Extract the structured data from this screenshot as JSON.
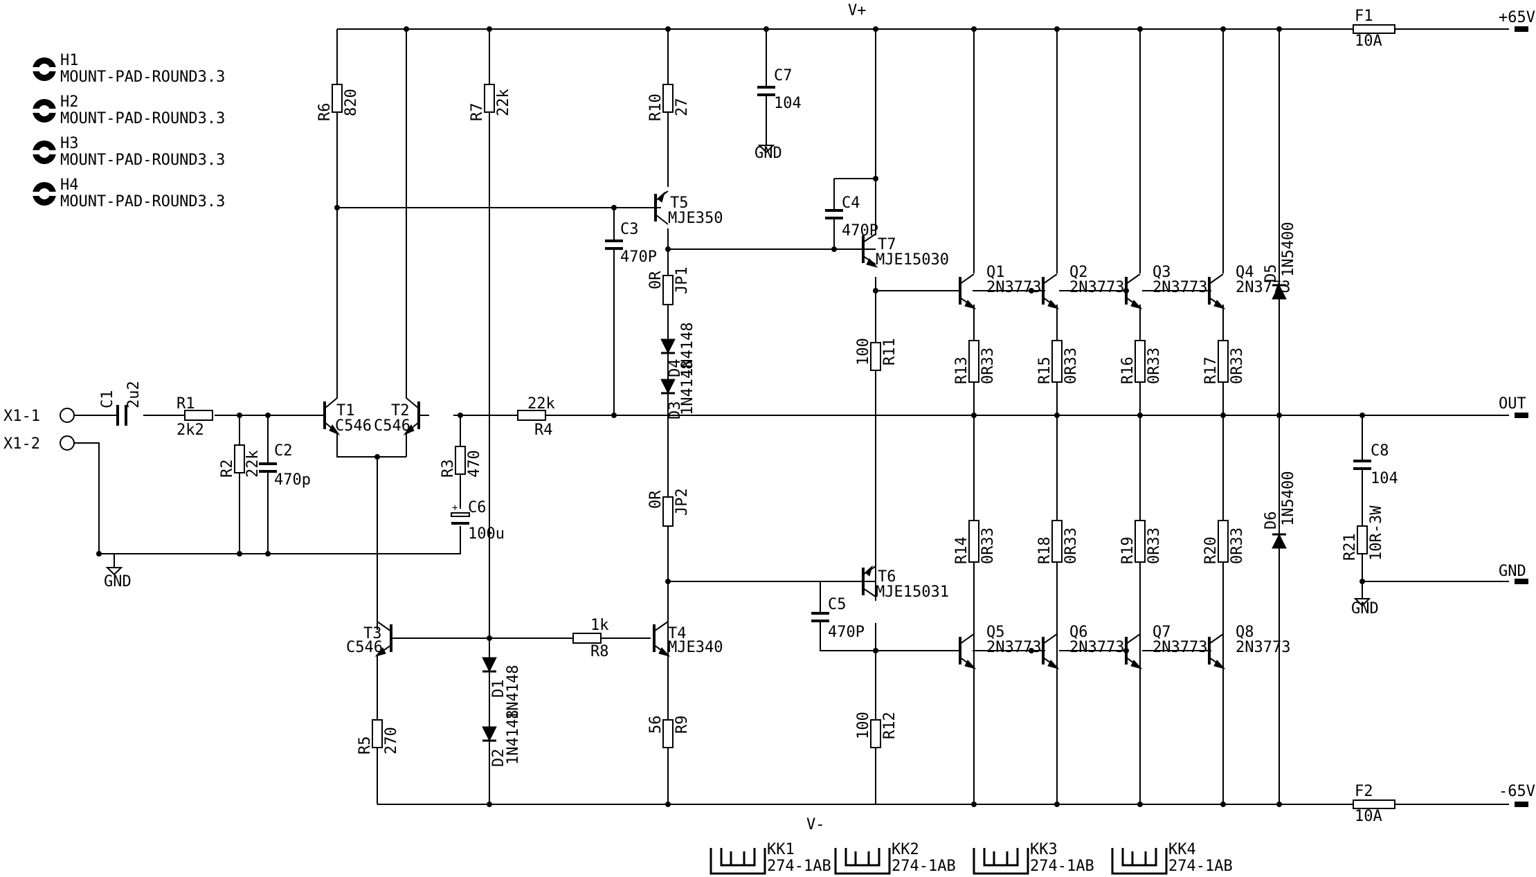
{
  "nets": {
    "vplus": "V+",
    "vminus": "V-",
    "p65": "+65V",
    "m65": "-65V",
    "out": "OUT",
    "gnd": "GND",
    "x11": "X1-1",
    "x12": "X1-2"
  },
  "mount_holes": [
    {
      "ref": "H1",
      "value": "MOUNT-PAD-ROUND3.3"
    },
    {
      "ref": "H2",
      "value": "MOUNT-PAD-ROUND3.3"
    },
    {
      "ref": "H3",
      "value": "MOUNT-PAD-ROUND3.3"
    },
    {
      "ref": "H4",
      "value": "MOUNT-PAD-ROUND3.3"
    }
  ],
  "heatsinks": [
    {
      "ref": "KK1",
      "value": "274-1AB"
    },
    {
      "ref": "KK2",
      "value": "274-1AB"
    },
    {
      "ref": "KK3",
      "value": "274-1AB"
    },
    {
      "ref": "KK4",
      "value": "274-1AB"
    }
  ],
  "resistors": [
    {
      "ref": "R1",
      "value": "2k2"
    },
    {
      "ref": "R2",
      "value": "22k"
    },
    {
      "ref": "R3",
      "value": "470"
    },
    {
      "ref": "R4",
      "value": "22k"
    },
    {
      "ref": "R5",
      "value": "270"
    },
    {
      "ref": "R6",
      "value": "820"
    },
    {
      "ref": "R7",
      "value": "22k"
    },
    {
      "ref": "R8",
      "value": "1k"
    },
    {
      "ref": "R9",
      "value": "56"
    },
    {
      "ref": "R10",
      "value": "27"
    },
    {
      "ref": "R11",
      "value": "100"
    },
    {
      "ref": "R12",
      "value": "100"
    },
    {
      "ref": "R13",
      "value": "0R33"
    },
    {
      "ref": "R14",
      "value": "0R33"
    },
    {
      "ref": "R15",
      "value": "0R33"
    },
    {
      "ref": "R16",
      "value": "0R33"
    },
    {
      "ref": "R17",
      "value": "0R33"
    },
    {
      "ref": "R18",
      "value": "0R33"
    },
    {
      "ref": "R19",
      "value": "0R33"
    },
    {
      "ref": "R20",
      "value": "0R33"
    },
    {
      "ref": "R21",
      "value": "10R-3W"
    }
  ],
  "jumpers": [
    {
      "ref": "JP1",
      "value": "0R"
    },
    {
      "ref": "JP2",
      "value": "0R"
    }
  ],
  "capacitors": [
    {
      "ref": "C1",
      "value": "2u2"
    },
    {
      "ref": "C2",
      "value": "470p"
    },
    {
      "ref": "C3",
      "value": "470P"
    },
    {
      "ref": "C4",
      "value": "470P"
    },
    {
      "ref": "C5",
      "value": "470P"
    },
    {
      "ref": "C6",
      "value": "100u"
    },
    {
      "ref": "C7",
      "value": "104"
    },
    {
      "ref": "C8",
      "value": "104"
    }
  ],
  "diodes": [
    {
      "ref": "D1",
      "value": "1N4148"
    },
    {
      "ref": "D2",
      "value": "1N4148"
    },
    {
      "ref": "D3",
      "value": "1N4148"
    },
    {
      "ref": "D4",
      "value": "1N4148"
    },
    {
      "ref": "D5",
      "value": "1N5400"
    },
    {
      "ref": "D6",
      "value": "1N5400"
    }
  ],
  "transistors": [
    {
      "ref": "T1",
      "value": "C546"
    },
    {
      "ref": "T2",
      "value": "C546"
    },
    {
      "ref": "T3",
      "value": "C546"
    },
    {
      "ref": "T4",
      "value": "MJE340"
    },
    {
      "ref": "T5",
      "value": "MJE350"
    },
    {
      "ref": "T6",
      "value": "MJE15031"
    },
    {
      "ref": "T7",
      "value": "MJE15030"
    },
    {
      "ref": "Q1",
      "value": "2N3773"
    },
    {
      "ref": "Q2",
      "value": "2N3773"
    },
    {
      "ref": "Q3",
      "value": "2N3773"
    },
    {
      "ref": "Q4",
      "value": "2N3773"
    },
    {
      "ref": "Q5",
      "value": "2N3773"
    },
    {
      "ref": "Q6",
      "value": "2N3773"
    },
    {
      "ref": "Q7",
      "value": "2N3773"
    },
    {
      "ref": "Q8",
      "value": "2N3773"
    }
  ],
  "fuses": [
    {
      "ref": "F1",
      "value": "10A"
    },
    {
      "ref": "F2",
      "value": "10A"
    }
  ]
}
